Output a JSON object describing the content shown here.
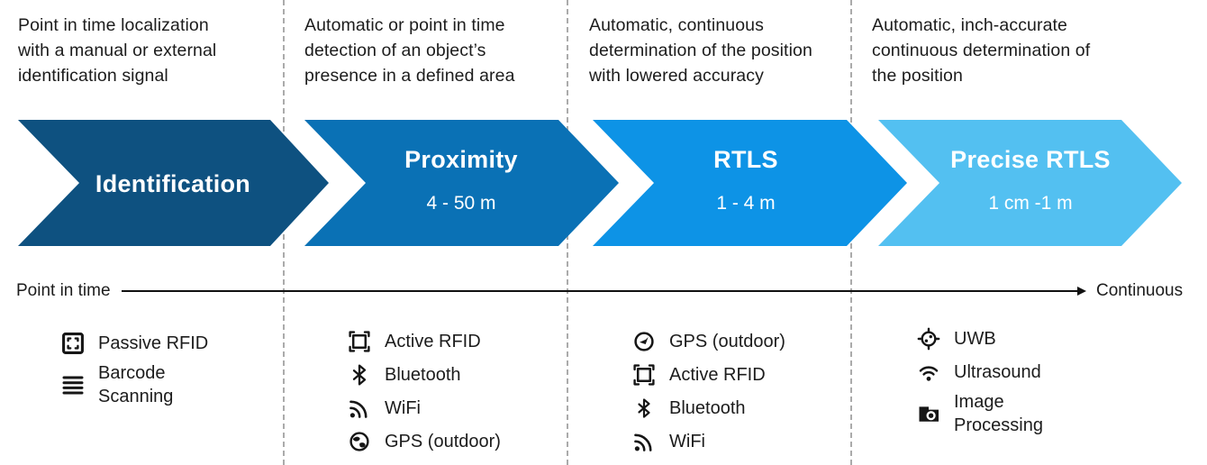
{
  "descriptions": [
    "Point in time localization\nwith a manual or external\nidentification signal",
    "Automatic or point in time\ndetection of an object’s\npresence in a defined area",
    "Automatic, continuous\ndetermination of the position\nwith lowered accuracy",
    "Automatic, inch-accurate\ncontinuous determination of\nthe position"
  ],
  "stages": [
    {
      "title": "Identification",
      "range": "",
      "color": "#0e5180"
    },
    {
      "title": "Proximity",
      "range": "4 - 50 m",
      "color": "#0a71b5"
    },
    {
      "title": "RTLS",
      "range": "1 - 4 m",
      "color": "#0d93e6"
    },
    {
      "title": "Precise RTLS",
      "range": "1 cm -1 m",
      "color": "#53c0f1"
    }
  ],
  "axis": {
    "left_label": "Point in time",
    "right_label": "Continuous"
  },
  "tech_lists": [
    {
      "items": [
        {
          "icon": "rfid-tag-icon",
          "label": "Passive RFID"
        },
        {
          "icon": "barcode-icon",
          "label": "Barcode\nScanning"
        }
      ]
    },
    {
      "items": [
        {
          "icon": "active-rfid-icon",
          "label": "Active RFID"
        },
        {
          "icon": "bluetooth-icon",
          "label": "Bluetooth"
        },
        {
          "icon": "wifi-signal-icon",
          "label": "WiFi"
        },
        {
          "icon": "globe-icon",
          "label": "GPS (outdoor)"
        }
      ]
    },
    {
      "items": [
        {
          "icon": "compass-icon",
          "label": "GPS (outdoor)"
        },
        {
          "icon": "active-rfid-icon",
          "label": "Active RFID"
        },
        {
          "icon": "bluetooth-icon",
          "label": "Bluetooth"
        },
        {
          "icon": "wifi-signal-icon",
          "label": "WiFi"
        }
      ]
    },
    {
      "items": [
        {
          "icon": "uwb-target-icon",
          "label": "UWB"
        },
        {
          "icon": "ultrasound-icon",
          "label": "Ultrasound"
        },
        {
          "icon": "camera-icon",
          "label": "Image\nProcessing"
        }
      ]
    }
  ]
}
